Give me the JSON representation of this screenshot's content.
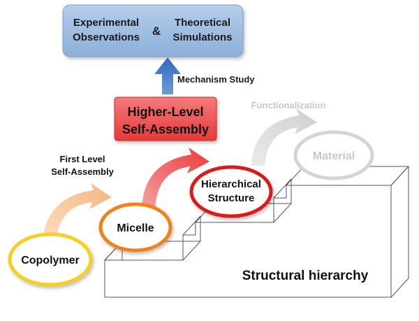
{
  "top_box": {
    "left_line1": "Experimental",
    "left_line2": "Observations",
    "connector": "&",
    "right_line1": "Theoretical",
    "right_line2": "Simulations"
  },
  "mechanism_label": "Mechanism Study",
  "higher_box": {
    "line1": "Higher-Level",
    "line2": "Self-Assembly"
  },
  "functionalization_label": "Functionalization",
  "first_level": {
    "line1": "First Level",
    "line2": "Self-Assembly"
  },
  "nodes": {
    "copolymer": "Copolymer",
    "micelle": "Micelle",
    "hierarchical_line1": "Hierarchical",
    "hierarchical_line2": "Structure",
    "material": "Material"
  },
  "stairs_caption": "Structural hierarchy",
  "colors": {
    "top_box_fill": "#9dbbe0",
    "higher_box_fill": "#ef4a4a",
    "up_arrow": "#3f79c7",
    "copolymer_ring": "#f6cf21",
    "micelle_ring": "#f0821e",
    "hierarchical_ring": "#d81c1c",
    "material_ring": "#d4d4d4",
    "arrow_first": "#f8c9a0",
    "arrow_second": "#ee5757",
    "arrow_third": "#d4d4d4"
  }
}
